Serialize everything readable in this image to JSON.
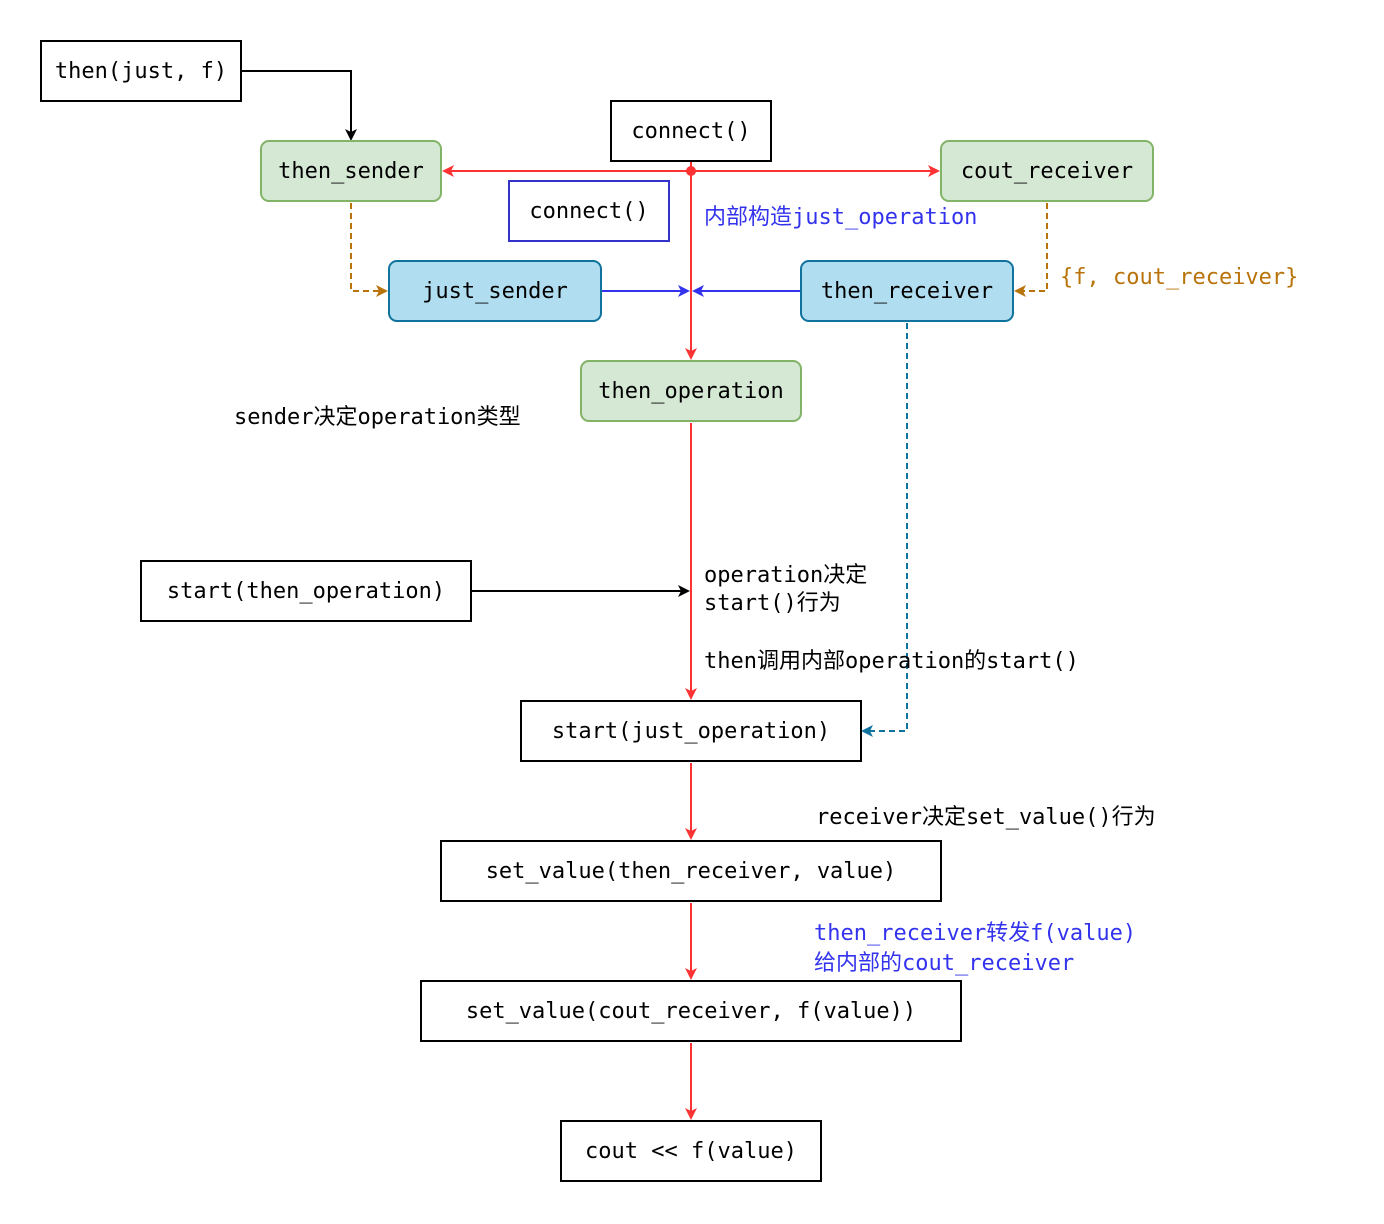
{
  "nodes": {
    "then_just_f": "then(just, f)",
    "connect_top": "connect()",
    "connect_inner": "connect()",
    "then_sender": "then_sender",
    "cout_receiver": "cout_receiver",
    "just_sender": "just_sender",
    "then_receiver": "then_receiver",
    "then_operation": "then_operation",
    "start_then_operation": "start(then_operation)",
    "start_just_operation": "start(just_operation)",
    "set_value_then_receiver": "set_value(then_receiver, value)",
    "set_value_cout_receiver": "set_value(cout_receiver, f(value))",
    "cout_output": "cout << f(value)"
  },
  "labels": {
    "inner_construct": "内部构造just_operation",
    "f_cout_receiver": "{f, cout_receiver}",
    "sender_decides": "sender决定operation类型",
    "operation_decides_line1": "operation决定",
    "operation_decides_line2": "start()行为",
    "then_calls_start": "then调用内部operation的start()",
    "receiver_decides": "receiver决定set_value()行为",
    "then_receiver_forwards_line1": "then_receiver转发f(value)",
    "then_receiver_forwards_line2": "给内部的cout_receiver"
  },
  "colors": {
    "red_flow": "#ff3333",
    "blue_flow": "#3333ee",
    "orange_flow": "#b8730a",
    "teal_flow": "#10739e",
    "green_fill": "#d5e8d4",
    "green_stroke": "#82b366",
    "cyan_fill": "#b1ddf0",
    "cyan_stroke": "#10739e",
    "blue_label": "#3333ee",
    "orange_label": "#b8730a"
  }
}
